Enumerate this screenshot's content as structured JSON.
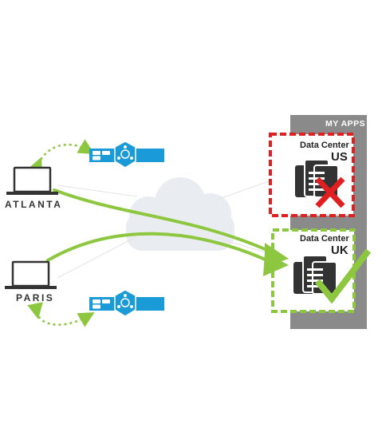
{
  "panel": {
    "title": "MY APPS"
  },
  "locations": {
    "atlanta": {
      "label": "ATLANTA"
    },
    "paris": {
      "label": "PARIS"
    }
  },
  "datacenters": {
    "us": {
      "line1": "Data Center",
      "line2": "US",
      "status": "blocked",
      "status_icon": "red-x-icon"
    },
    "uk": {
      "line1": "Data Center",
      "line2": "UK",
      "status": "ok",
      "status_icon": "green-checkmark-icon"
    }
  },
  "colors": {
    "green": "#8dc63f",
    "red": "#e02020",
    "blue": "#1a9ad6",
    "panel_gray": "#8a8a8a",
    "cloud": "#e9edf1",
    "device_dark": "#333333"
  },
  "icons": [
    "laptop-icon",
    "network-gateway-icon",
    "cloud-icon",
    "server-stack-icon",
    "red-x-icon",
    "green-checkmark-icon"
  ]
}
